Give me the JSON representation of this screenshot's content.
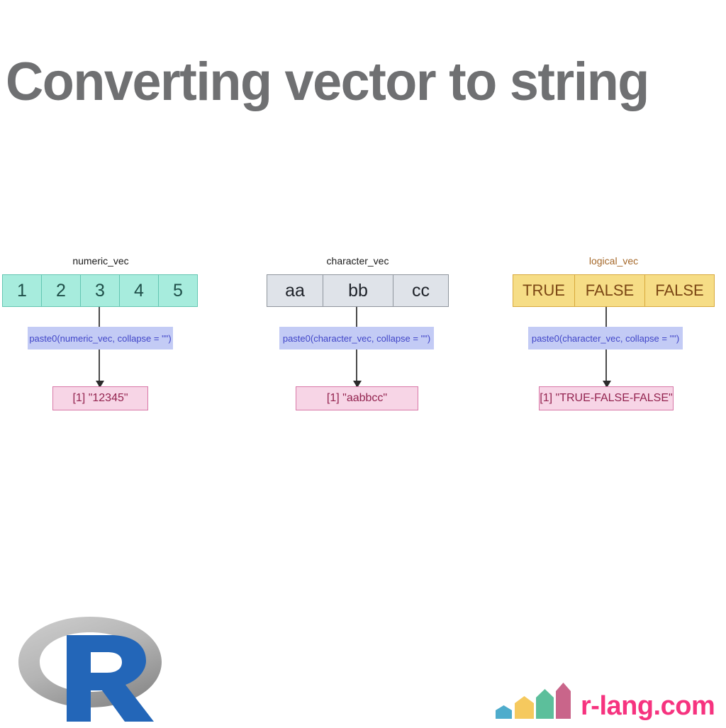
{
  "title": "Converting vector to string",
  "colors": {
    "title": "#6f7072",
    "numeric_fill": "#a7ecdd",
    "numeric_border": "#63c6b2",
    "character_fill": "#dfe3e9",
    "character_border": "#8f959d",
    "logical_fill": "#f6dd86",
    "logical_border": "#d8a93c",
    "code_fill": "#c3cbf5",
    "code_text": "#4146c8",
    "result_fill": "#f7d5e6",
    "result_border": "#d878a8",
    "result_text": "#93234f",
    "brand_pink": "#f6337f",
    "r_blue": "#2366b8",
    "r_gray": "#a8a8a8"
  },
  "columns": [
    {
      "label": "numeric_vec",
      "label_color": "#1a1a1a",
      "cells": [
        "1",
        "2",
        "3",
        "4",
        "5"
      ],
      "code": "paste0(numeric_vec, collapse = \"\")",
      "result": "[1] \"12345\""
    },
    {
      "label": "character_vec",
      "label_color": "#1a1a1a",
      "cells": [
        "aa",
        "bb",
        "cc"
      ],
      "code": "paste0(character_vec, collapse = \"\")",
      "result": "[1] \"aabbcc\""
    },
    {
      "label": "logical_vec",
      "label_color": "#a5682a",
      "cells": [
        "TRUE",
        "FALSE",
        "FALSE"
      ],
      "code": "paste0(character_vec, collapse = \"\")",
      "result": "[1] \"TRUE-FALSE-FALSE\""
    }
  ],
  "footer": {
    "brand_text": "r-lang.com",
    "bars": [
      {
        "color": "#4eaccc"
      },
      {
        "color": "#f5c95e"
      },
      {
        "color": "#5cbf9b"
      },
      {
        "color": "#c9658a"
      }
    ]
  },
  "logo": {
    "letter": "R"
  }
}
